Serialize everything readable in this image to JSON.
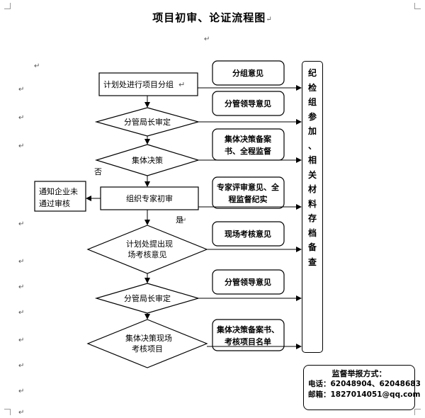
{
  "title": "项目初审、论证流程图",
  "side_panel": {
    "chars": [
      "纪",
      "检",
      "组",
      "参",
      "加",
      "、",
      "相",
      "关",
      "材",
      "料",
      "存",
      "档",
      "备",
      "查"
    ]
  },
  "nodes": {
    "n1": "计划处进行项目分组",
    "d1": "分管局长审定",
    "d2": "集体决策",
    "n2": "组织专家初审",
    "d3": [
      "计划处提出现",
      "场考核意见"
    ],
    "d4": "分管局长审定",
    "d5": [
      "集体决策现场",
      "考核项目"
    ]
  },
  "notes": {
    "b1": [
      "分组意见"
    ],
    "b2": [
      "分管领导意见"
    ],
    "b3": [
      "集体决策备案",
      "书、全程监督"
    ],
    "b4": [
      "专家评审意见、全",
      "程监督纪实"
    ],
    "b5": [
      "现场考核意见"
    ],
    "b6": [
      "分管领导意见"
    ],
    "b7": [
      "集体决策备案书、",
      "考核项目名单"
    ]
  },
  "reject_box": [
    "通知企业未",
    "通过审核"
  ],
  "labels": {
    "no": "否",
    "yes": "是"
  },
  "contact": {
    "heading": "监督举报方式：",
    "phone_label": "电话：",
    "phone_value": "62048904、62048683",
    "email_label": "邮箱：",
    "email_value": "1827014051@qq.com"
  },
  "paragraph_mark": "↵"
}
